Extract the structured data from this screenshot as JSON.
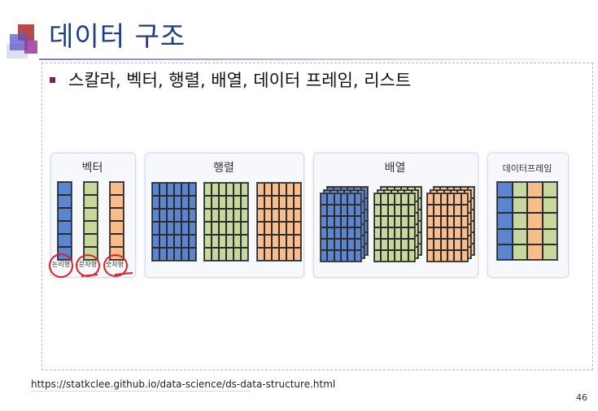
{
  "slide": {
    "title": "데이터 구조",
    "bullet": "스칼라, 벡터, 행렬, 배열, 데이터 프레임, 리스트",
    "source": "https://statkclee.github.io/data-science/ds-data-structure.html",
    "page_number": "46"
  },
  "figure": {
    "panels": [
      "벡터",
      "행렬",
      "배열",
      "데이터프레임"
    ],
    "vector_types": [
      "논리형",
      "문자형",
      "숫자형"
    ]
  },
  "colors": {
    "title": "#1f3c8a",
    "blue": "#5b86cf",
    "green": "#c6d89e",
    "orange": "#f9bd8b",
    "annotation": "#e0202a"
  }
}
